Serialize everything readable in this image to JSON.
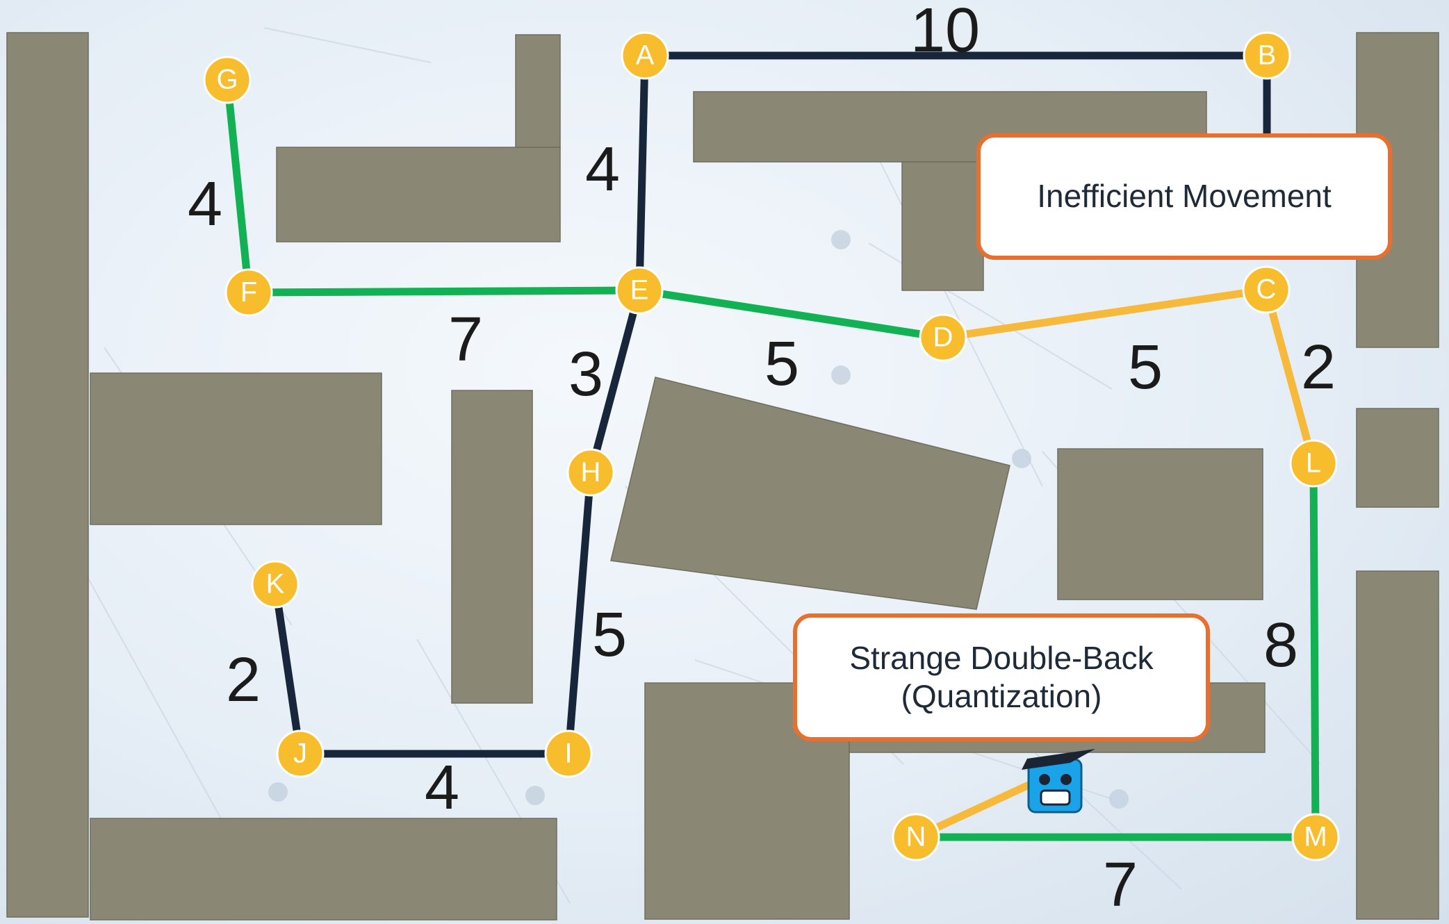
{
  "colors": {
    "background": "#e9f0f7",
    "building": "#8a8875",
    "building_stroke": "#6f6d5e",
    "path_navy": "#17263a",
    "path_green": "#12b153",
    "path_yellow": "#f6b93a",
    "node_fill": "#f7bd2c",
    "node_stroke": "#ffffff",
    "node_text": "#ffffff",
    "callout_border": "#e86f2e",
    "weight_text": "#1b1b1b",
    "robot": "#1aa3e8"
  },
  "nodes": [
    "A",
    "B",
    "C",
    "D",
    "E",
    "F",
    "G",
    "H",
    "I",
    "J",
    "K",
    "L",
    "M",
    "N"
  ],
  "edges": [
    {
      "from": "A",
      "to": "B",
      "weight": "10",
      "color": "navy"
    },
    {
      "from": "A",
      "to": "E",
      "weight": "4",
      "color": "navy"
    },
    {
      "from": "E",
      "to": "H",
      "weight": "3",
      "color": "navy"
    },
    {
      "from": "H",
      "to": "I",
      "weight": "5",
      "color": "navy"
    },
    {
      "from": "I",
      "to": "J",
      "weight": "4",
      "color": "navy"
    },
    {
      "from": "J",
      "to": "K",
      "weight": "2",
      "color": "navy"
    },
    {
      "from": "G",
      "to": "F",
      "weight": "4",
      "color": "green"
    },
    {
      "from": "F",
      "to": "E",
      "weight": "7",
      "color": "green"
    },
    {
      "from": "E",
      "to": "D",
      "weight": "5",
      "color": "green"
    },
    {
      "from": "D",
      "to": "C",
      "weight": "5",
      "color": "yellow"
    },
    {
      "from": "C",
      "to": "L",
      "weight": "2",
      "color": "yellow"
    },
    {
      "from": "L",
      "to": "M",
      "weight": "8",
      "color": "green"
    },
    {
      "from": "M",
      "to": "N",
      "weight": "7",
      "color": "green"
    }
  ],
  "callouts": {
    "inefficient": "Inefficient Movement",
    "double_back_line1": "Strange Double-Back",
    "double_back_line2": "(Quantization)"
  },
  "robot": {
    "icon": "robot-icon"
  }
}
